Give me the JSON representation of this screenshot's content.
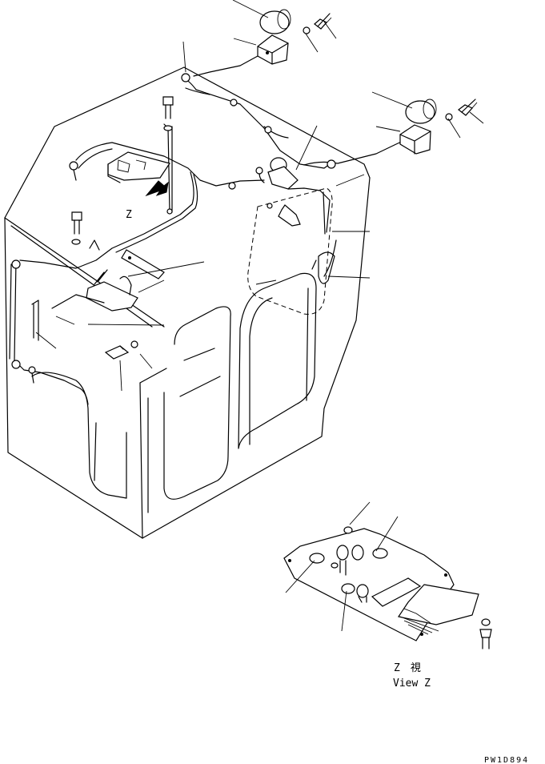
{
  "view_label": {
    "title_jp": "Z　視",
    "title_en": "View Z",
    "marker": "Z"
  },
  "drawing_code": "PW1D894",
  "leader_line_count": 22
}
